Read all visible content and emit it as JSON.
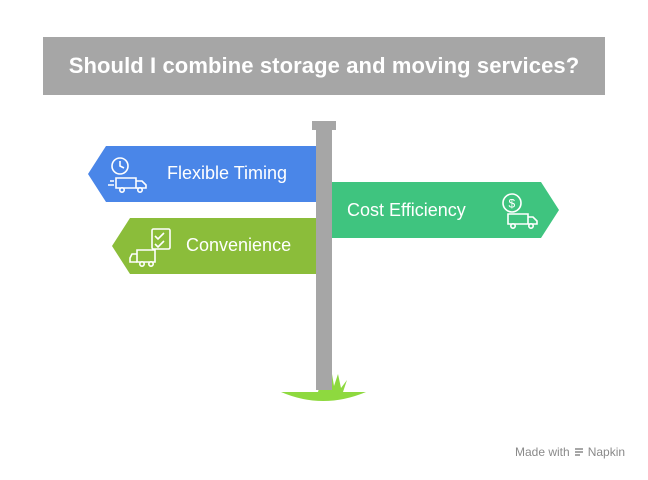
{
  "title": "Should I combine storage and moving services?",
  "signs": {
    "flexible_timing": {
      "label": "Flexible Timing",
      "icon": "clock-truck-icon",
      "color": "#4a86e8"
    },
    "cost_efficiency": {
      "label": "Cost Efficiency",
      "icon": "dollar-truck-icon",
      "color": "#3fc47f"
    },
    "convenience": {
      "label": "Convenience",
      "icon": "checklist-truck-icon",
      "color": "#8bbd3a"
    }
  },
  "footer": {
    "made_with": "Made with",
    "brand": "Napkin"
  },
  "colors": {
    "pole": "#a6a6a6",
    "grass": "#8ed93f"
  }
}
